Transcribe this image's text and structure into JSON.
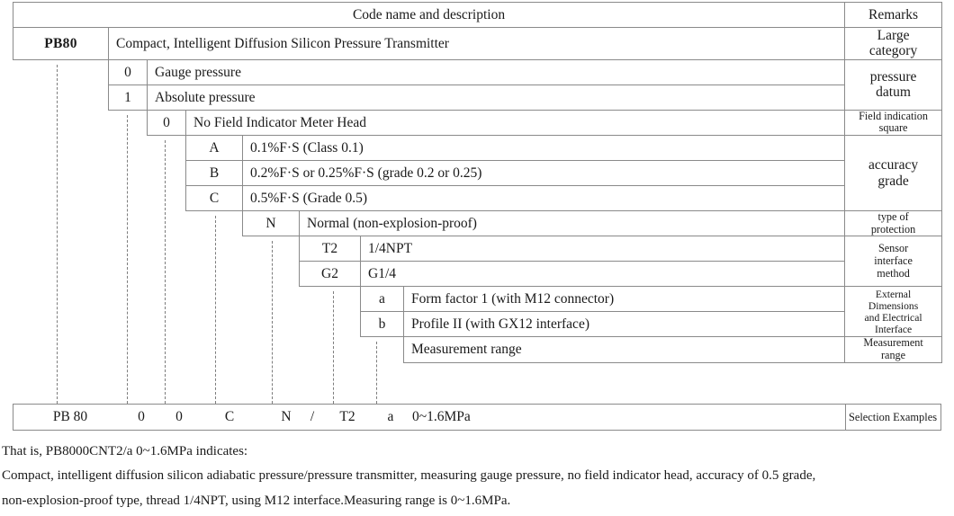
{
  "table": {
    "header": {
      "code_name_and_description": "Code name and description",
      "remarks": "Remarks"
    },
    "rows": {
      "category": {
        "code": "PB80",
        "description": "Compact, Intelligent Diffusion Silicon Pressure Transmitter",
        "remark": "Large category"
      },
      "gauge": {
        "code": "0",
        "description": "Gauge pressure"
      },
      "absolute": {
        "code": "1",
        "description": "Absolute pressure"
      },
      "datum_remark": "pressure\ndatum",
      "datum_remark_line1": "pressure",
      "datum_remark_line2": "datum",
      "indicator": {
        "code": "0",
        "description": "No Field Indicator Meter Head"
      },
      "indicator_remark_line1": "Field indication",
      "indicator_remark_line2": "square",
      "acc_a": {
        "code": "A",
        "description": "0.1%F·S (Class 0.1)"
      },
      "acc_b": {
        "code": "B",
        "description": "0.2%F·S or 0.25%F·S (grade 0.2 or 0.25)"
      },
      "acc_c": {
        "code": "C",
        "description": "0.5%F·S (Grade 0.5)"
      },
      "accuracy_remark_line1": "accuracy",
      "accuracy_remark_line2": "grade",
      "protection": {
        "code": "N",
        "description": "Normal (non-explosion-proof)"
      },
      "protection_remark_line1": "type of",
      "protection_remark_line2": "protection",
      "iface_t2": {
        "code": "T2",
        "description": "1/4NPT"
      },
      "iface_g2": {
        "code": "G2",
        "description": "G1/4"
      },
      "sensor_remark_line1": "Sensor",
      "sensor_remark_line2": "interface",
      "sensor_remark_line3": "method",
      "dim_a": {
        "code": "a",
        "description": "Form factor 1 (with M12 connector)"
      },
      "dim_b": {
        "code": "b",
        "description": "Profile II (with GX12 interface)"
      },
      "dim_remark_line1": "External",
      "dim_remark_line2": "Dimensions",
      "dim_remark_line3": "and Electrical",
      "dim_remark_line4": "Interface",
      "range": {
        "description": "Measurement range"
      },
      "range_remark_line1": "Measurement",
      "range_remark_line2": "range"
    }
  },
  "example": {
    "segments": [
      "PB 80",
      "0",
      "0",
      "C",
      "N",
      "/",
      "T2",
      "a",
      "0~1.6MPa"
    ],
    "remark": "Selection Examples"
  },
  "notes": {
    "line1": "That is, PB8000CNT2/a 0~1.6MPa indicates:",
    "line2": "Compact, intelligent diffusion silicon adiabatic pressure/pressure transmitter, measuring gauge pressure, no field indicator head, accuracy of 0.5 grade,",
    "line3": "non-explosion-proof type, thread 1/4NPT, using M12 interface.Measuring range is 0~1.6MPa."
  },
  "colors": {
    "border": "#8a8a8a",
    "dashed": "#7d7d7d",
    "text": "#1a1a1a",
    "background": "#ffffff"
  }
}
